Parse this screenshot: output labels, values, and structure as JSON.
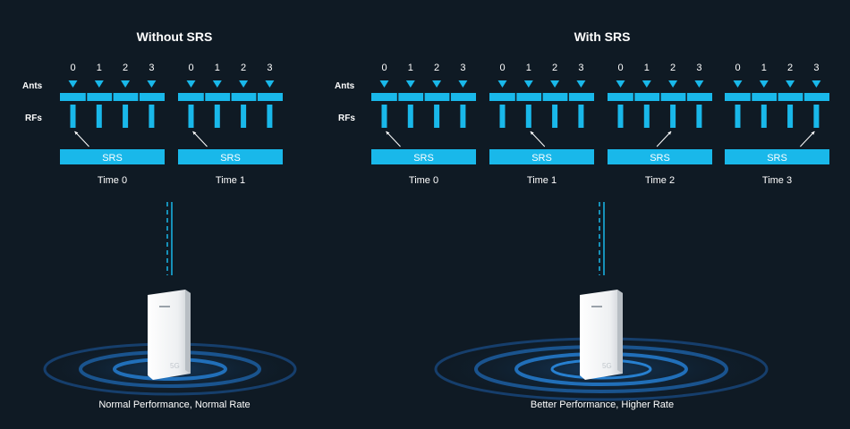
{
  "colors": {
    "background": "#0f1a24",
    "accent": "#19b8ea",
    "text": "#ffffff",
    "device": "#f2f4f6"
  },
  "row_labels": {
    "ants": "Ants",
    "rfs": "RFs"
  },
  "srs_label": "SRS",
  "antenna_indices": [
    "0",
    "1",
    "2",
    "3"
  ],
  "panels": [
    {
      "title": "Without SRS",
      "groups": [
        {
          "time_label": "Time 0",
          "active_rf": 0
        },
        {
          "time_label": "Time 1",
          "active_rf": 0
        }
      ],
      "caption": "Normal Performance, Normal Rate"
    },
    {
      "title": "With SRS",
      "groups": [
        {
          "time_label": "Time 0",
          "active_rf": 0
        },
        {
          "time_label": "Time 1",
          "active_rf": 1
        },
        {
          "time_label": "Time 2",
          "active_rf": 2
        },
        {
          "time_label": "Time 3",
          "active_rf": 3
        }
      ],
      "caption": "Better Performance, Higher Rate"
    }
  ],
  "icons": {
    "device": "cpe-device-icon",
    "waves": "signal-ripple-icon",
    "link": "dashed-link-icon",
    "arrow": "srs-arrow-icon"
  }
}
